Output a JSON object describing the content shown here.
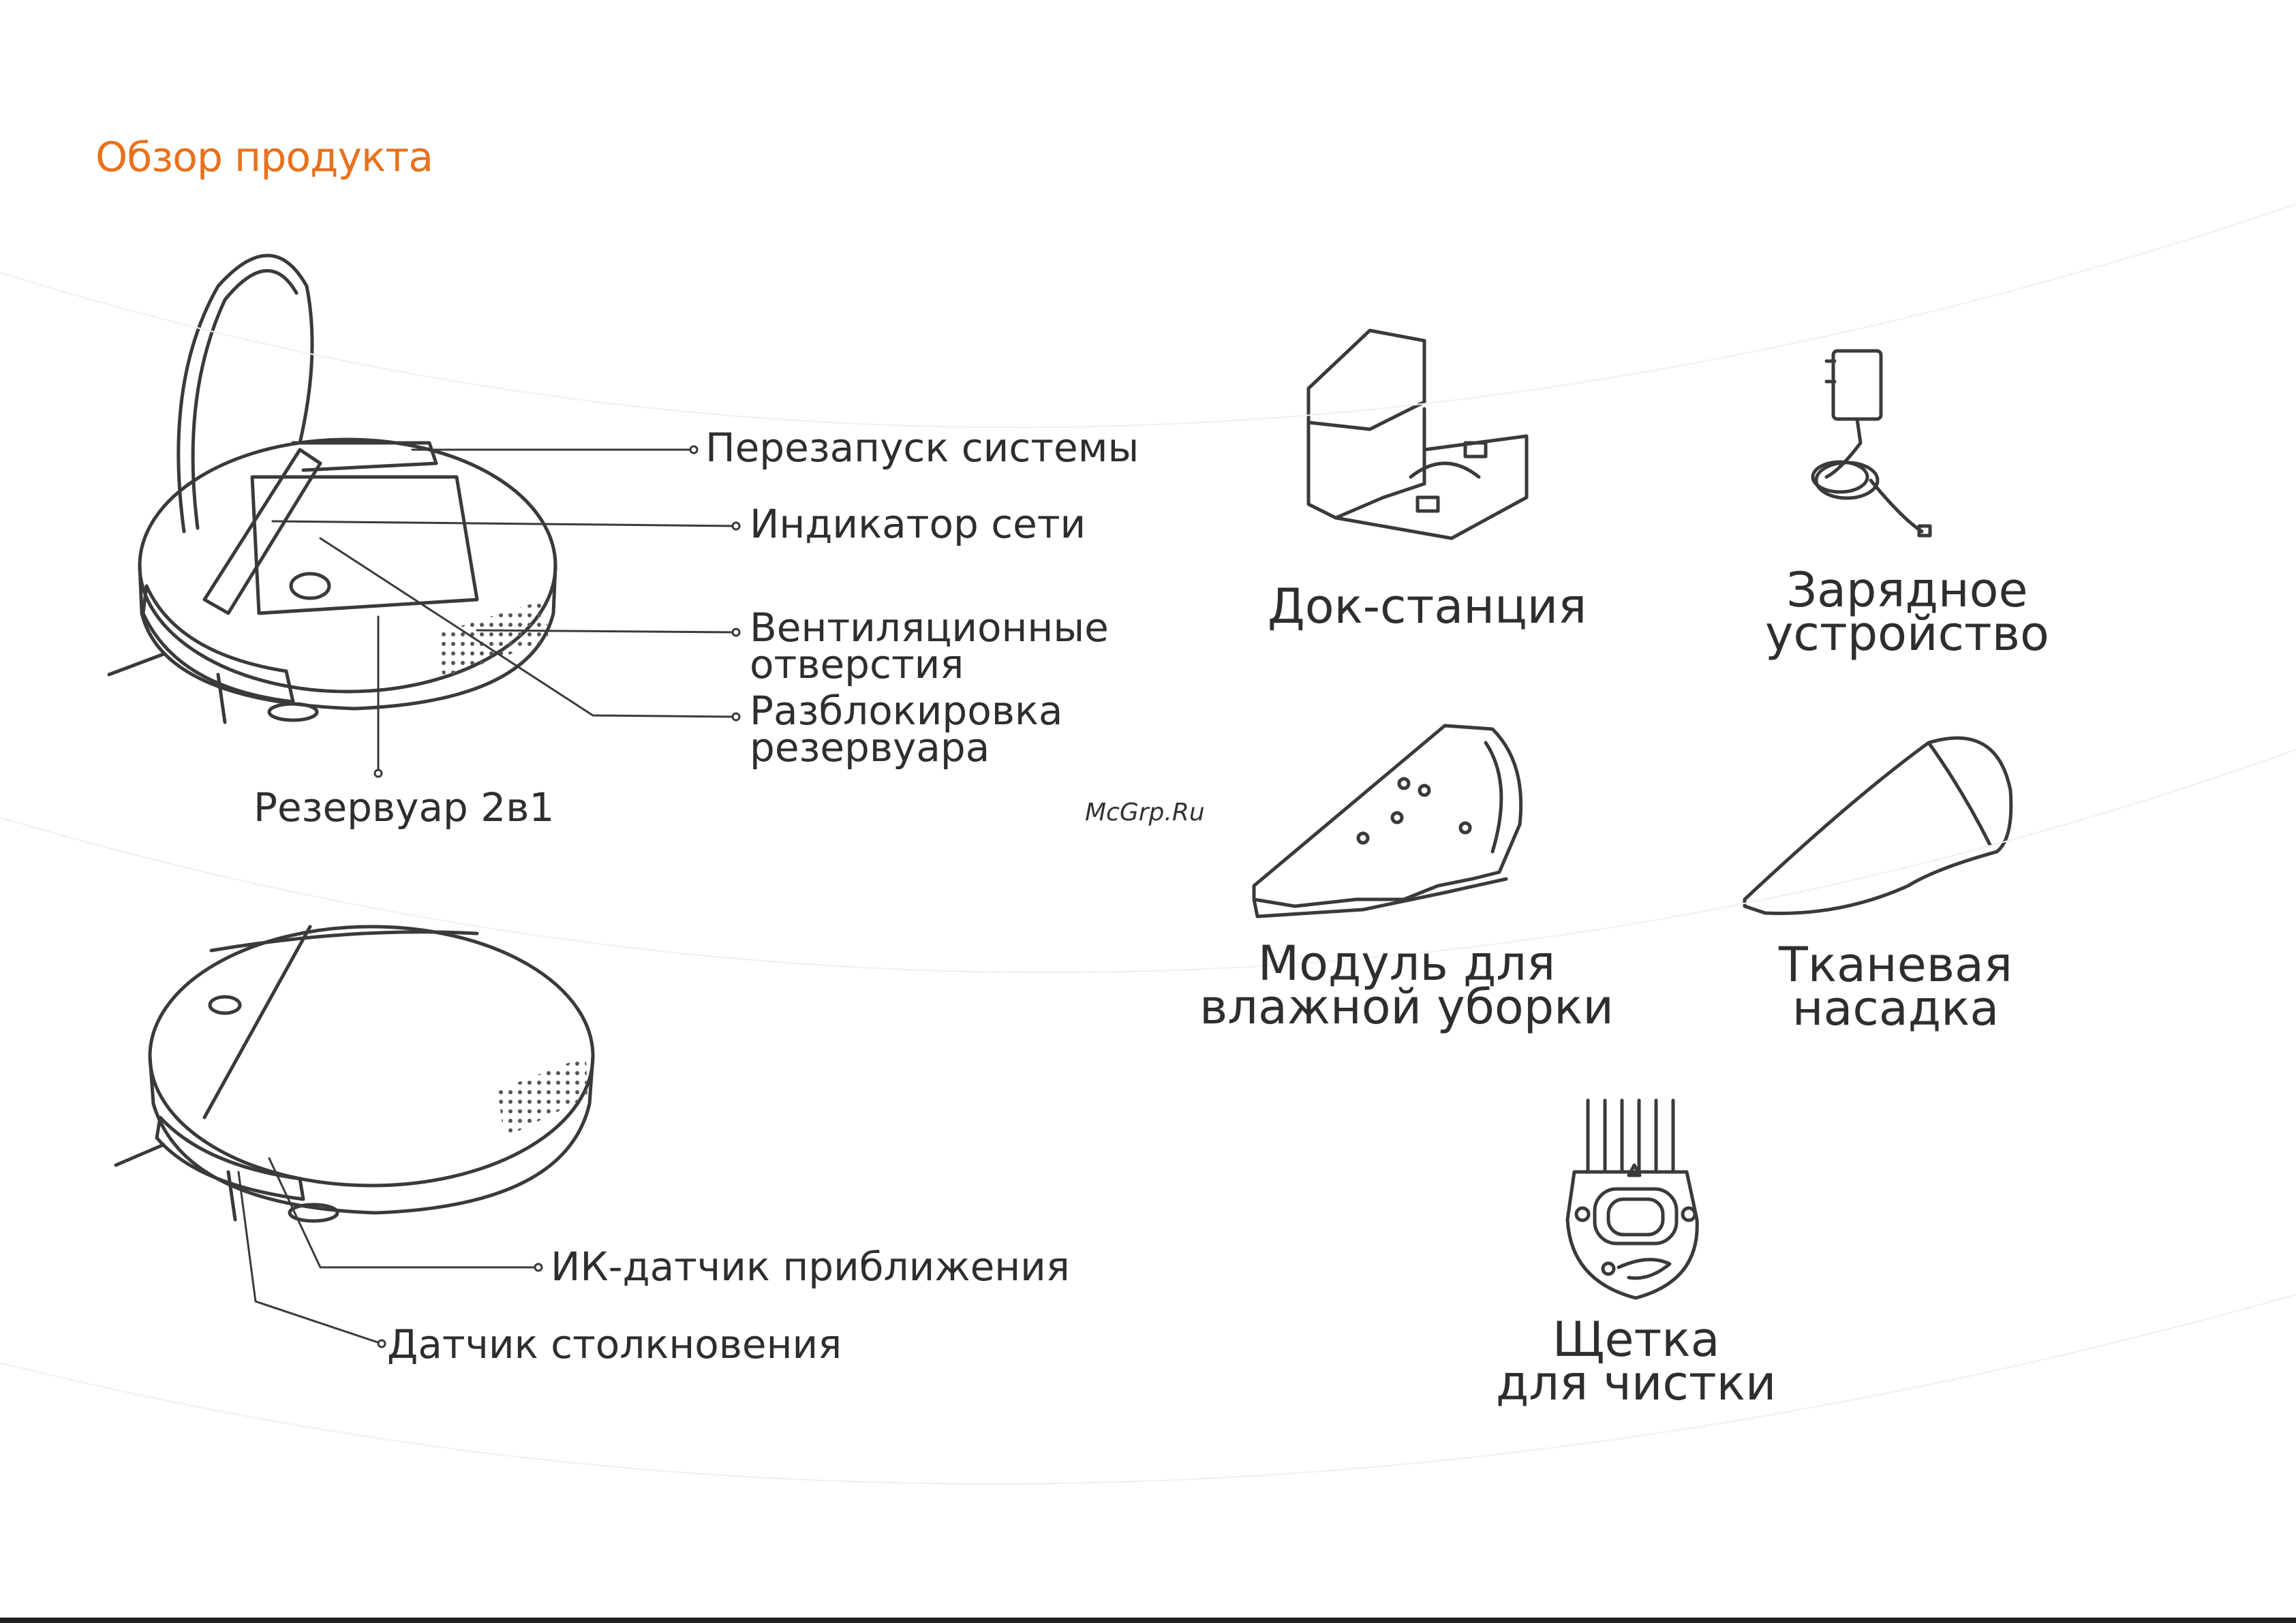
{
  "page": {
    "title": "Обзор продукта",
    "watermark": "McGrp.Ru"
  },
  "robot_top": {
    "labels": {
      "reset": "Перезапуск системы",
      "network": "Индикатор сети",
      "vents_line1": "Вентиляционные",
      "vents_line2": "отверстия",
      "unlock_line1": "Разблокировка",
      "unlock_line2": "резервуара",
      "tank": "Резервуар 2в1"
    }
  },
  "robot_bottom": {
    "labels": {
      "ir": "ИК-датчик приближения",
      "bump": "Датчик столкновения"
    }
  },
  "accessories": {
    "dock": "Док-станция",
    "charger_line1": "Зарядное",
    "charger_line2": "устройство",
    "mop_line1": "Модуль для",
    "mop_line2": "влажной уборки",
    "cloth_line1": "Тканевая",
    "cloth_line2": "насадка",
    "brush_line1": "Щетка",
    "brush_line2": "для чистки"
  },
  "colors": {
    "accent": "#e8711c",
    "line": "#3a3a3a"
  }
}
